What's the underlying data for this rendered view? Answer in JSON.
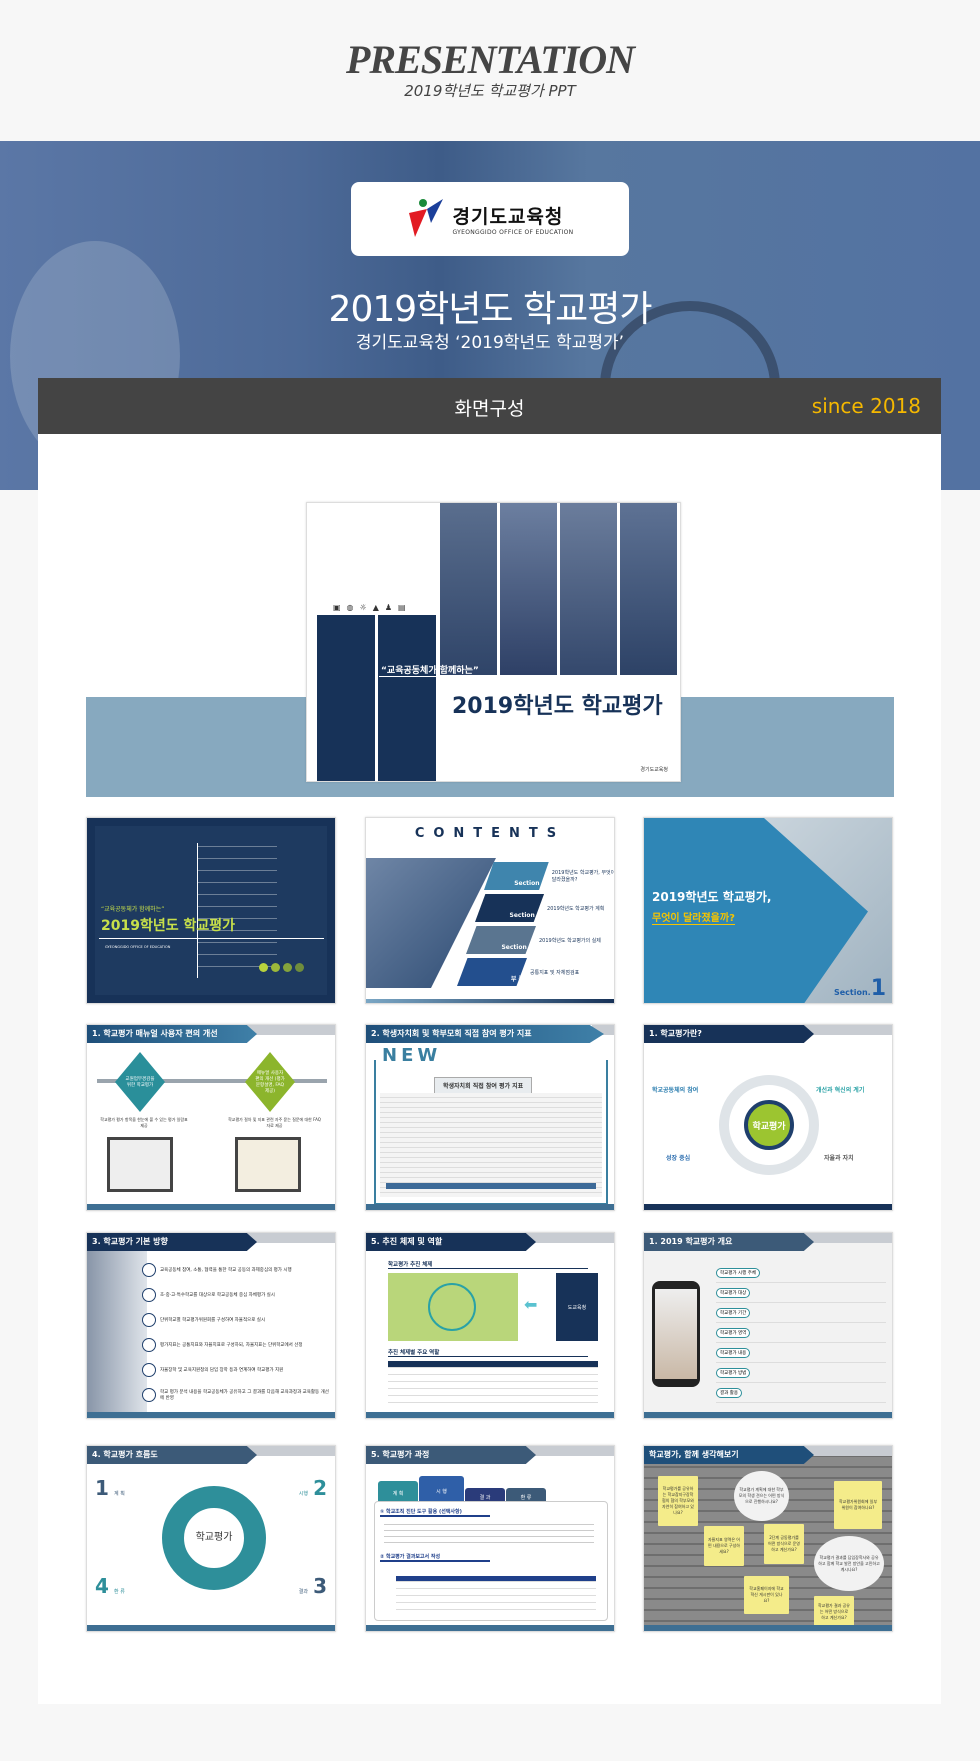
{
  "header": {
    "title": "PRESENTATION",
    "subtitle": "2019학년도 학교평가 PPT"
  },
  "banner": {
    "logo_name": "경기도교육청",
    "logo_en": "GYEONGGIDO OFFICE OF EDUCATION",
    "title": "2019학년도 학교평가",
    "subtitle": "경기도교육청 ‘2019학년도 학교평가’"
  },
  "bar": {
    "title": "화면구성",
    "since": "since 2018"
  },
  "colors": {
    "navy": "#173258",
    "accent_gold": "#f5b800",
    "bar": "#444444",
    "teal": "#2e8f9a"
  },
  "main_slide": {
    "quote": "“교육공동체가  함께하는”",
    "title": "2019학년도 학교평가",
    "logo": "경기도교육청"
  },
  "slides": {
    "cover": {
      "quote": "“교육공동체가 함께하는”",
      "title": "2019학년도 학교평가",
      "org": "GYEONGGIDO OFFICE OF EDUCATION"
    },
    "contents": {
      "title": "CONTENTS",
      "items": [
        {
          "tag": "Section 1",
          "text": "2019학년도 학교평가, 무엇이 달라졌을까?"
        },
        {
          "tag": "Section 2",
          "text": "2019학년도 학교평가 계획"
        },
        {
          "tag": "Section 3",
          "text": "2019학년도 학교평가의 실제"
        },
        {
          "tag": "부 록",
          "text": "공통지표 및 자체점검표"
        }
      ]
    },
    "section1": {
      "line1": "2019학년도 학교평가,",
      "line2": "무엇이 달라졌을까?",
      "section": "Section.",
      "num": "1"
    },
    "manual": {
      "title": "1. 학교평가 매뉴얼 사용자 편의 개선",
      "d1": "교원업무경감을 위한 학교평가",
      "d2": "매뉴얼 사용자 편의 개선 (평가문항설명, FAQ 제공)",
      "c1": "학교평가 평가 항목을 한눈에 볼 수 있는 평가 일람표 제공",
      "c2": "학교평가 절차 및 지표 관련 자주 묻는 질문에 대한 FAQ 자료 제공"
    },
    "newind": {
      "title": "2. 학생자치회 및 학부모회 직접 참여 평가 지표",
      "badge": "NEW",
      "box": "학생자치회 직접 참여 평가 지표"
    },
    "what": {
      "title": "1. 학교평가란?",
      "center": "학교평가",
      "items": [
        "학교공동체의 참여",
        "개선과 혁신의 계기",
        "성장 중심",
        "자율과 자치"
      ]
    },
    "basic": {
      "title": "3. 학교평가 기본 방향",
      "items": [
        "교육공동체 참여, 소통, 협력을 통한 학교 공동의 과제중심의 평가 시행",
        "초·중·고·특수학교를 대상으로 학교공동체 중심 자체평가 실시",
        "단위학교별 학교평가위원회를 구성하여 자율적으로 실시",
        "평가지표는 공통지표와 자율지표로 구성하되, 자율지표는 단위학교에서 선정",
        "자율장학 및 교육지원청의 담임 장학 등과 연계하여 학교평가 지원",
        "학교 평가 분석 내용을 학교공동체가 공유하고 그 결과를 다음해 교육과정과 교육활동 개선에 반영"
      ]
    },
    "system": {
      "title": "5. 추진 체제 및 역할",
      "s1": "학교평가 추진 체제",
      "s2": "추진 체제별 주요 역할",
      "office": "도교육청"
    },
    "overview": {
      "title": "1. 2019 학교평가 개요",
      "items": [
        "학교평가 시행 주체",
        "학교평가 대상",
        "학교평가 기간",
        "학교평가 영역",
        "학교평가 내용",
        "학교평가 방법",
        "결과 활용"
      ]
    },
    "flow": {
      "title": "4. 학교평가 흐름도",
      "center": "학교평가",
      "steps": [
        {
          "n": "1",
          "l": "계 획"
        },
        {
          "n": "2",
          "l": "시행"
        },
        {
          "n": "3",
          "l": "결과"
        },
        {
          "n": "4",
          "l": "환 류"
        }
      ]
    },
    "process": {
      "title": "5. 학교평가 과정",
      "tabs": [
        "계 획",
        "시 행",
        "결 과",
        "환 류"
      ],
      "h1": "① 학교조직 진단 도구 활용 (선택사항)",
      "h2": "② 학교평가 결과보고서 작성"
    },
    "think": {
      "title": "학교평가, 함께 생각해보기",
      "notes": [
        "학교평가를 공유하는 학교참지구장학협의 협의 학부모와 자연히 참여하고 있나요?",
        "학교평가 계획에 대한 학부모의 학생 견으는 어떤 방식으로 진행하시나요?",
        "학교평가위원회에 일부 위원이 참여하나요?",
        "자율지표 영역은 어떤 내용으로 구성하세요?",
        "2단계 공동평가를 어떤 방식으로 운영하고 계신가요?",
        "학교평가 결과를 담임장학사와 공유하고 함께 학교 발전 방안을 고민하고 계시나요?",
        "학교홈페이지에 학교혁신 게시판이 있나요?",
        "학교평가 결과 공유는 어떤 방식으로 하고 계신가요?"
      ]
    }
  }
}
